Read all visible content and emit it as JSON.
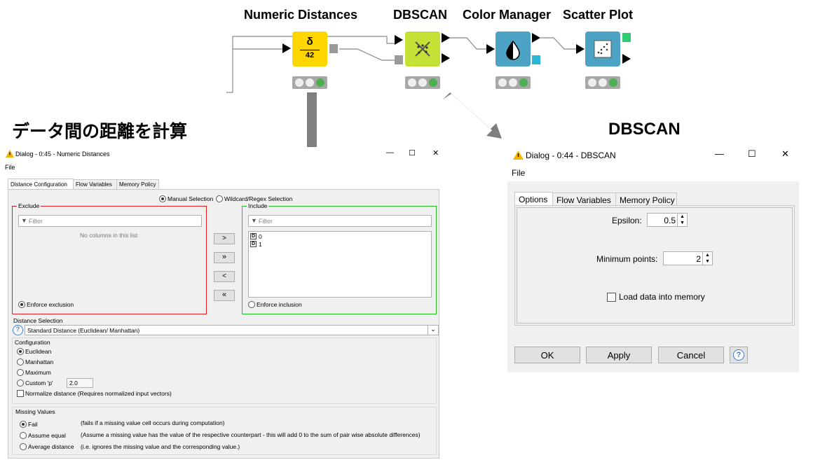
{
  "workflow": {
    "nodes": [
      {
        "title": "Numeric Distances",
        "icon": "delta-ruler-icon",
        "icon_text": "δ",
        "icon_sub": "42",
        "color": "#ffd700"
      },
      {
        "title": "DBSCAN",
        "icon": "cluster-icon",
        "color": "#c5e135"
      },
      {
        "title": "Color Manager",
        "icon": "droplet-icon",
        "color": "#4ca3c3"
      },
      {
        "title": "Scatter Plot",
        "icon": "scatter-icon",
        "color": "#4ca3c3"
      }
    ],
    "status_light_color": "#4caf50"
  },
  "headings": {
    "left": "データ間の距離を計算",
    "right": "DBSCAN"
  },
  "dialog_numeric": {
    "title": "Dialog - 0:45 - Numeric Distances",
    "menu_file": "File",
    "tabs": [
      "Distance Configuration",
      "Flow Variables",
      "Memory Policy"
    ],
    "selection_modes": [
      "Manual Selection",
      "Wildcard/Regex Selection"
    ],
    "exclude": {
      "label": "Exclude",
      "filter_placeholder": "Filter",
      "empty_text": "No columns in this list",
      "enforce_label": "Enforce exclusion",
      "border_color": "#e02020"
    },
    "include": {
      "label": "Include",
      "filter_placeholder": "Filter",
      "items": [
        {
          "type": "D",
          "name": "0"
        },
        {
          "type": "D",
          "name": "1"
        }
      ],
      "enforce_label": "Enforce inclusion",
      "border_color": "#20c020"
    },
    "move_buttons": [
      ">",
      "»",
      "<",
      "«"
    ],
    "distance_selection": {
      "label": "Distance Selection",
      "help": "?",
      "value": "Standard Distance (Euclidean/ Manhattan)"
    },
    "configuration": {
      "label": "Configuration",
      "options": [
        "Euclidean",
        "Manhattan",
        "Maximum",
        "Custom 'p'"
      ],
      "selected": "Euclidean",
      "custom_p_value": "2.0",
      "normalize_label": "Normalize distance (Requires normalized input vectors)"
    },
    "missing_values": {
      "label": "Missing Values",
      "options": [
        {
          "name": "Fail",
          "desc": "(fails if a missing value cell occurs during computation)"
        },
        {
          "name": "Assume equal",
          "desc": "(Assume a missing value has the value of the respective counterpart - this will add 0 to the sum of pair wise absolute differences)"
        },
        {
          "name": "Average distance",
          "desc": "(i.e. ignores the missing value and the corresponding value.)"
        }
      ],
      "selected": "Fail"
    }
  },
  "dialog_dbscan": {
    "title": "Dialog - 0:44 - DBSCAN",
    "menu_file": "File",
    "tabs": [
      "Options",
      "Flow Variables",
      "Memory Policy"
    ],
    "epsilon_label": "Epsilon:",
    "epsilon_value": "0.5",
    "minpoints_label": "Minimum points:",
    "minpoints_value": "2",
    "load_label": "Load data into memory",
    "buttons": {
      "ok": "OK",
      "apply": "Apply",
      "cancel": "Cancel",
      "help": "?"
    }
  }
}
